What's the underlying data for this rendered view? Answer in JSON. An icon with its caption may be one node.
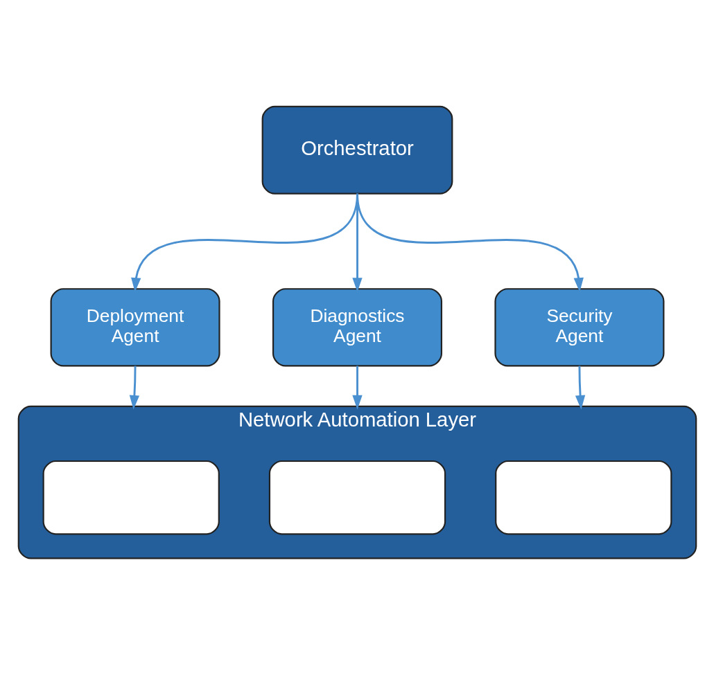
{
  "diagram": {
    "nodes": [
      {
        "text": [
          "Orchestrator"
        ]
      },
      {
        "text": [
          "Deployment Agent"
        ]
      },
      {
        "text": [
          "Diagnostics Agent"
        ]
      },
      {
        "text": [
          "Security Agent"
        ]
      },
      {
        "text": [
          "Network Automation Layer"
        ]
      },
      {
        "text": [],
        "shape": "box",
        "in": 4
      },
      {
        "text": [],
        "shape": "box",
        "in": 4
      },
      {
        "text": [],
        "shape": "box",
        "in": 4
      }
    ],
    "edges": [
      {
        "from": 0,
        "to": 1,
        "arrow": "to"
      },
      {
        "from": 0,
        "to": 2,
        "arrow": "to"
      },
      {
        "from": 0,
        "to": 3,
        "arrow": "to"
      },
      {
        "from": 1,
        "to": 4,
        "arrow": "to"
      },
      {
        "from": 2,
        "to": 4,
        "arrow": "to"
      },
      {
        "from": 3,
        "to": 4,
        "arrow": "to"
      }
    ]
  }
}
